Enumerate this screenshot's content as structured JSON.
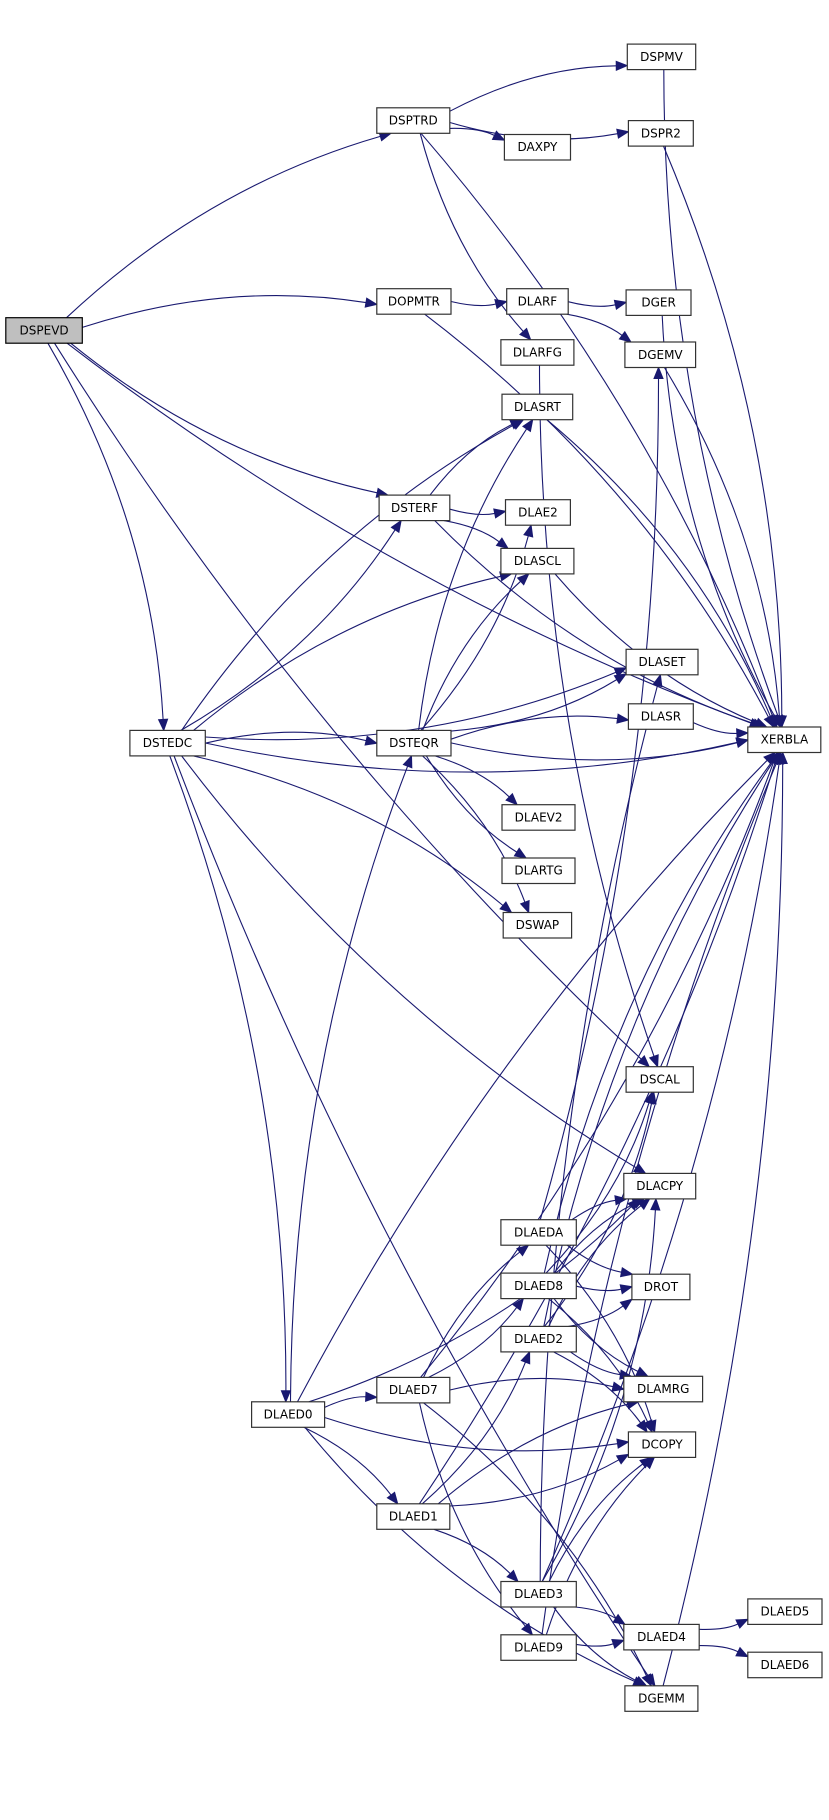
{
  "graph": {
    "title": "DSPEVD call graph",
    "edge_color": "#191970",
    "root_fill": "#bfbfbf",
    "nodes": [
      {
        "id": "DSPEVD",
        "label": "DSPEVD",
        "root": true
      },
      {
        "id": "DSPTRD",
        "label": "DSPTRD"
      },
      {
        "id": "DSPMV",
        "label": "DSPMV"
      },
      {
        "id": "DSPR2",
        "label": "DSPR2"
      },
      {
        "id": "DAXPY",
        "label": "DAXPY"
      },
      {
        "id": "DOPMTR",
        "label": "DOPMTR"
      },
      {
        "id": "DLARF",
        "label": "DLARF"
      },
      {
        "id": "DGER",
        "label": "DGER"
      },
      {
        "id": "DLARFG",
        "label": "DLARFG"
      },
      {
        "id": "DGEMV",
        "label": "DGEMV"
      },
      {
        "id": "DLASRT",
        "label": "DLASRT"
      },
      {
        "id": "DSTERF",
        "label": "DSTERF"
      },
      {
        "id": "DLAE2",
        "label": "DLAE2"
      },
      {
        "id": "DLASCL",
        "label": "DLASCL"
      },
      {
        "id": "DLASET",
        "label": "DLASET"
      },
      {
        "id": "DLASR",
        "label": "DLASR"
      },
      {
        "id": "DSTEDC",
        "label": "DSTEDC"
      },
      {
        "id": "DSTEQR",
        "label": "DSTEQR"
      },
      {
        "id": "XERBLA",
        "label": "XERBLA"
      },
      {
        "id": "DLAEV2",
        "label": "DLAEV2"
      },
      {
        "id": "DLARTG",
        "label": "DLARTG"
      },
      {
        "id": "DSWAP",
        "label": "DSWAP"
      },
      {
        "id": "DSCAL",
        "label": "DSCAL"
      },
      {
        "id": "DLACPY",
        "label": "DLACPY"
      },
      {
        "id": "DLAEDA",
        "label": "DLAEDA"
      },
      {
        "id": "DLAED8",
        "label": "DLAED8"
      },
      {
        "id": "DROT",
        "label": "DROT"
      },
      {
        "id": "DLAED2",
        "label": "DLAED2"
      },
      {
        "id": "DLAED7",
        "label": "DLAED7"
      },
      {
        "id": "DLAMRG",
        "label": "DLAMRG"
      },
      {
        "id": "DLAED0",
        "label": "DLAED0"
      },
      {
        "id": "DCOPY",
        "label": "DCOPY"
      },
      {
        "id": "DLAED1",
        "label": "DLAED1"
      },
      {
        "id": "DLAED3",
        "label": "DLAED3"
      },
      {
        "id": "DLAED5",
        "label": "DLAED5"
      },
      {
        "id": "DLAED4",
        "label": "DLAED4"
      },
      {
        "id": "DLAED9",
        "label": "DLAED9"
      },
      {
        "id": "DLAED6",
        "label": "DLAED6"
      },
      {
        "id": "DGEMM",
        "label": "DGEMM"
      }
    ],
    "edges": [
      [
        "DSPEVD",
        "DSPTRD"
      ],
      [
        "DSPEVD",
        "XERBLA"
      ],
      [
        "DSPEVD",
        "DOPMTR"
      ],
      [
        "DSPEVD",
        "DSTERF"
      ],
      [
        "DSPEVD",
        "DSTEDC"
      ],
      [
        "DSPEVD",
        "DSCAL"
      ],
      [
        "DSPTRD",
        "DSPMV"
      ],
      [
        "DSPTRD",
        "DSPR2"
      ],
      [
        "DSPTRD",
        "DAXPY"
      ],
      [
        "DSPTRD",
        "DLARFG"
      ],
      [
        "DSPTRD",
        "XERBLA"
      ],
      [
        "DSPMV",
        "XERBLA"
      ],
      [
        "DSPR2",
        "XERBLA"
      ],
      [
        "DOPMTR",
        "DLARF"
      ],
      [
        "DOPMTR",
        "XERBLA"
      ],
      [
        "DLARF",
        "DGER"
      ],
      [
        "DLARF",
        "DGEMV"
      ],
      [
        "DGER",
        "XERBLA"
      ],
      [
        "DGEMV",
        "XERBLA"
      ],
      [
        "DLARFG",
        "DSCAL"
      ],
      [
        "DLASRT",
        "XERBLA"
      ],
      [
        "DLASCL",
        "XERBLA"
      ],
      [
        "DSTERF",
        "DLASRT"
      ],
      [
        "DSTERF",
        "DLAE2"
      ],
      [
        "DSTERF",
        "DLASCL"
      ],
      [
        "DSTERF",
        "XERBLA"
      ],
      [
        "DSTEDC",
        "DLASRT"
      ],
      [
        "DSTEDC",
        "DSTERF"
      ],
      [
        "DSTEDC",
        "DLASCL"
      ],
      [
        "DSTEDC",
        "DLASET"
      ],
      [
        "DSTEDC",
        "DSTEQR"
      ],
      [
        "DSTEDC",
        "XERBLA"
      ],
      [
        "DSTEDC",
        "DSWAP"
      ],
      [
        "DSTEDC",
        "DLACPY"
      ],
      [
        "DSTEDC",
        "DLAED0"
      ],
      [
        "DSTEDC",
        "DGEMM"
      ],
      [
        "DSTEQR",
        "DLASRT"
      ],
      [
        "DSTEQR",
        "DLAE2"
      ],
      [
        "DSTEQR",
        "DLASCL"
      ],
      [
        "DSTEQR",
        "DLASET"
      ],
      [
        "DSTEQR",
        "DLASR"
      ],
      [
        "DSTEQR",
        "XERBLA"
      ],
      [
        "DSTEQR",
        "DLAEV2"
      ],
      [
        "DSTEQR",
        "DLARTG"
      ],
      [
        "DSTEQR",
        "DSWAP"
      ],
      [
        "DLASR",
        "XERBLA"
      ],
      [
        "DLAED0",
        "DSTEQR"
      ],
      [
        "DLAED0",
        "DLACPY"
      ],
      [
        "DLAED0",
        "DLAED7"
      ],
      [
        "DLAED0",
        "DCOPY"
      ],
      [
        "DLAED0",
        "DLAED1"
      ],
      [
        "DLAED0",
        "DGEMM"
      ],
      [
        "DLAED0",
        "XERBLA"
      ],
      [
        "DLAED7",
        "XERBLA"
      ],
      [
        "DLAED7",
        "DLAEDA"
      ],
      [
        "DLAED7",
        "DLAED8"
      ],
      [
        "DLAED7",
        "DLAMRG"
      ],
      [
        "DLAED7",
        "DLAED9"
      ],
      [
        "DLAED7",
        "DGEMM"
      ],
      [
        "DLAEDA",
        "DGEMV"
      ],
      [
        "DLAEDA",
        "DLACPY"
      ],
      [
        "DLAEDA",
        "DROT"
      ],
      [
        "DLAEDA",
        "DCOPY"
      ],
      [
        "DLAED8",
        "DSCAL"
      ],
      [
        "DLAED8",
        "DLACPY"
      ],
      [
        "DLAED8",
        "DROT"
      ],
      [
        "DLAED8",
        "XERBLA"
      ],
      [
        "DLAED8",
        "DLAMRG"
      ],
      [
        "DLAED8",
        "DCOPY"
      ],
      [
        "DLAED2",
        "DSCAL"
      ],
      [
        "DLAED2",
        "DLACPY"
      ],
      [
        "DLAED2",
        "DROT"
      ],
      [
        "DLAED2",
        "XERBLA"
      ],
      [
        "DLAED2",
        "DLAMRG"
      ],
      [
        "DLAED2",
        "DCOPY"
      ],
      [
        "DLAED1",
        "DLAED2"
      ],
      [
        "DLAED1",
        "DLAMRG"
      ],
      [
        "DLAED1",
        "DCOPY"
      ],
      [
        "DLAED1",
        "DLAED3"
      ],
      [
        "DLAED1",
        "XERBLA"
      ],
      [
        "DLAED3",
        "DLASET"
      ],
      [
        "DLAED3",
        "DLACPY"
      ],
      [
        "DLAED3",
        "DCOPY"
      ],
      [
        "DLAED3",
        "XERBLA"
      ],
      [
        "DLAED3",
        "DLAED4"
      ],
      [
        "DLAED3",
        "DGEMM"
      ],
      [
        "DLAED9",
        "DCOPY"
      ],
      [
        "DLAED9",
        "DLAED4"
      ],
      [
        "DLAED9",
        "XERBLA"
      ],
      [
        "DLAED4",
        "DLAED5"
      ],
      [
        "DLAED4",
        "DLAED6"
      ],
      [
        "DGEMM",
        "XERBLA"
      ]
    ]
  }
}
